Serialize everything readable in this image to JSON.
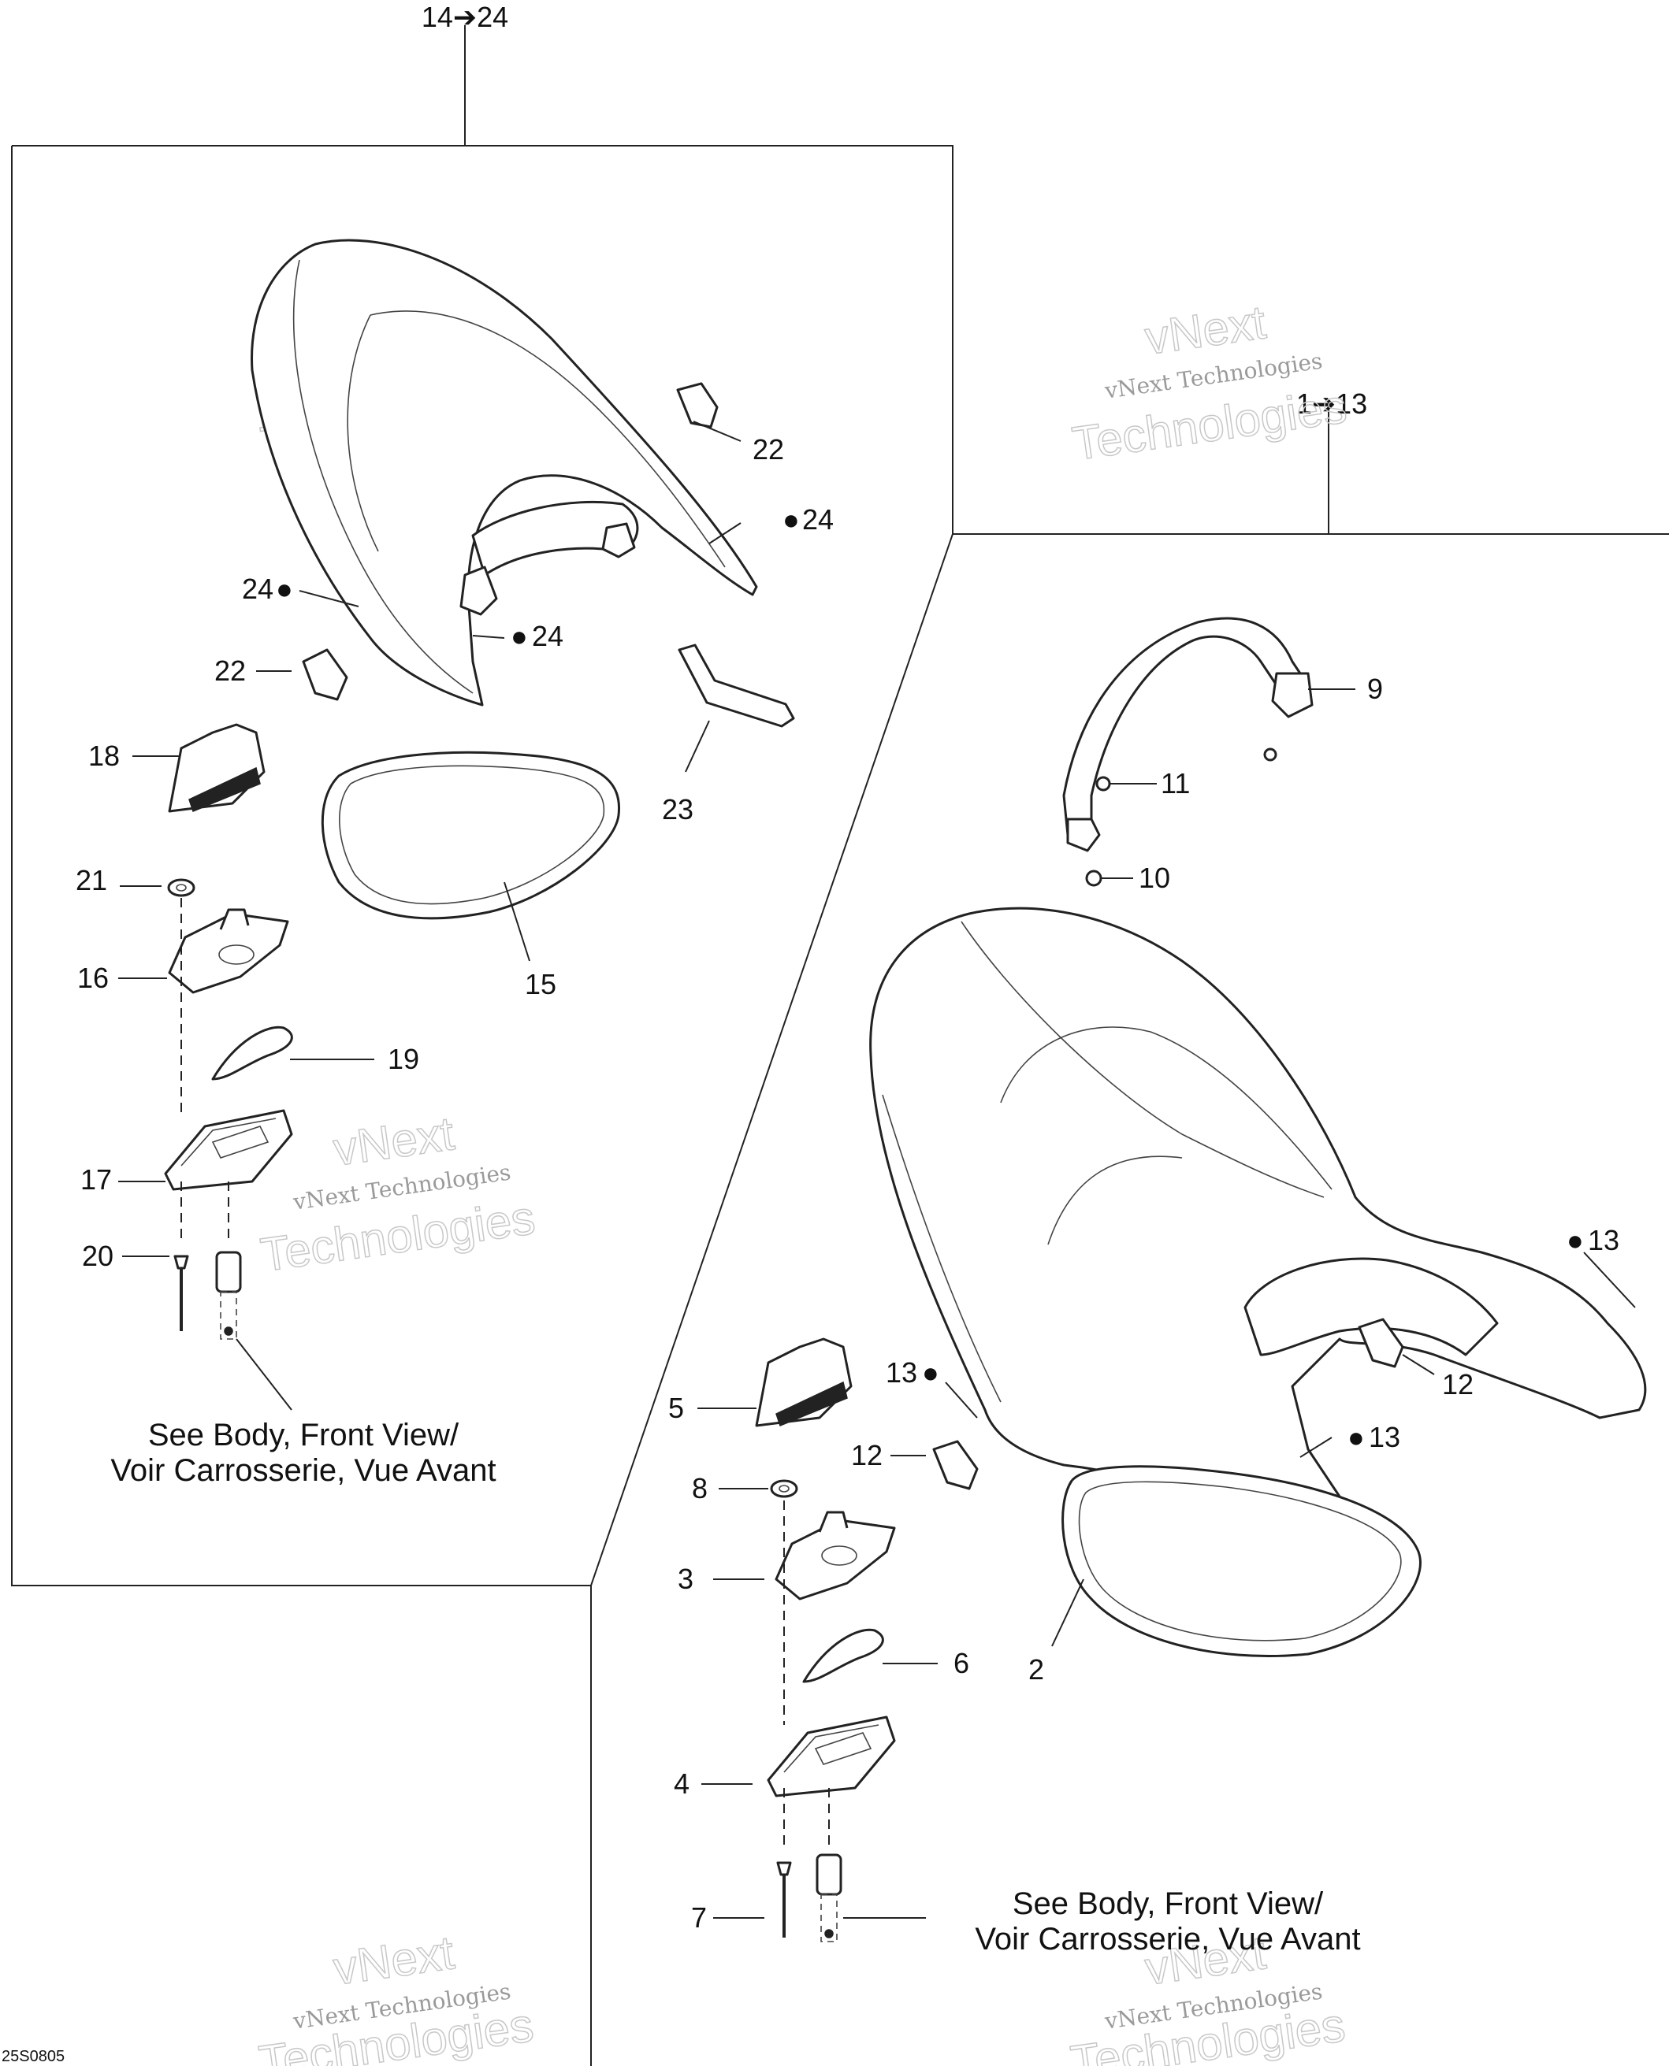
{
  "callouts": {
    "left_group": "14➔24",
    "right_group": "1➔13",
    "n2": "2",
    "n3": "3",
    "n4": "4",
    "n5": "5",
    "n6": "6",
    "n7": "7",
    "n8": "8",
    "n9": "9",
    "n10": "10",
    "n11": "11",
    "n12a": "12",
    "n12b": "12",
    "n13a": "13",
    "n13b": "13",
    "n13c": "13",
    "n15": "15",
    "n16": "16",
    "n17": "17",
    "n18": "18",
    "n19": "19",
    "n20": "20",
    "n21": "21",
    "n22a": "22",
    "n22b": "22",
    "n23": "23",
    "n24a": "24",
    "n24b": "24",
    "n24c": "24"
  },
  "notes": {
    "left_line1": "See Body, Front View/",
    "left_line2": "Voir Carrosserie, Vue Avant",
    "right_line1": "See Body, Front View/",
    "right_line2": "Voir Carrosserie, Vue Avant"
  },
  "watermark": {
    "small": "vNext Technologies",
    "large1": "vNext",
    "large2": "Technologies"
  },
  "drawing_code": "25S0805",
  "icons": {
    "adhesive": "drop-icon",
    "range_arrow": "arrow-right-icon"
  }
}
